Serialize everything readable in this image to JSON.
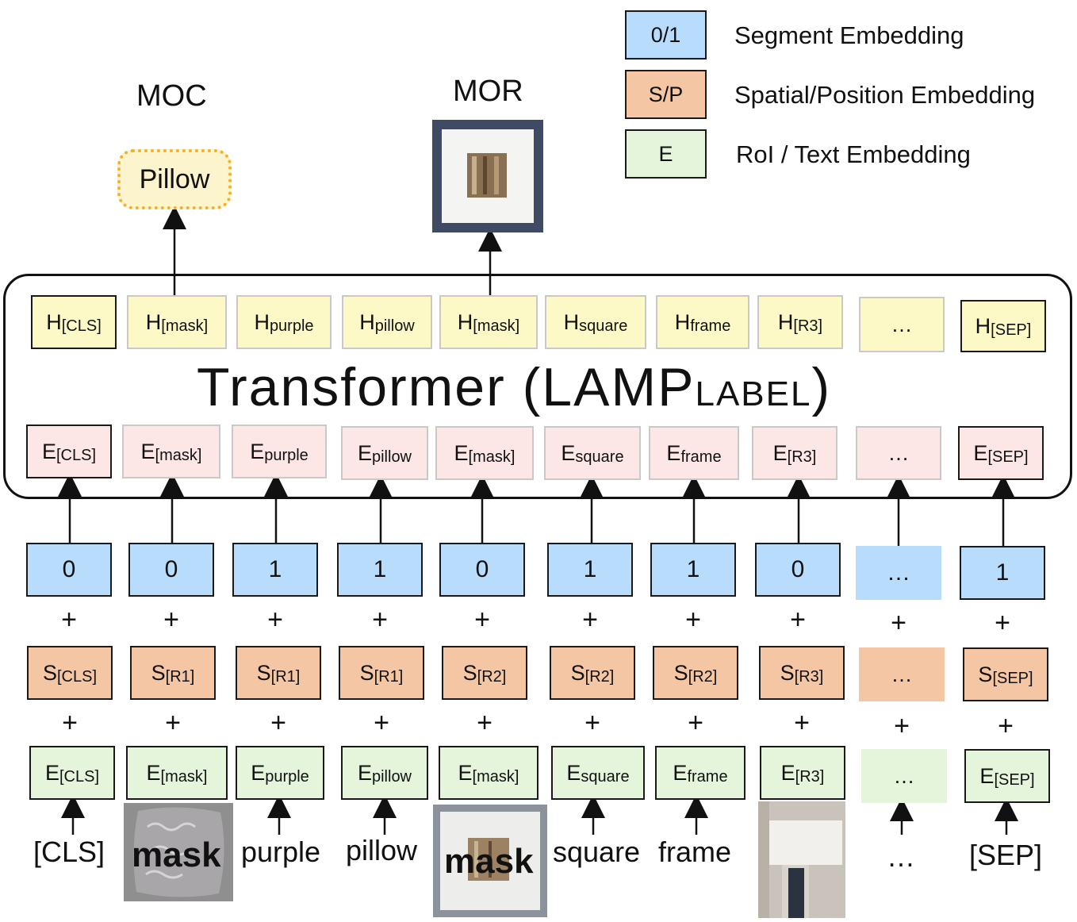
{
  "legend": [
    {
      "key": "0/1",
      "label": "Segment Embedding"
    },
    {
      "key": "S/P",
      "label": "Spatial/Position Embedding"
    },
    {
      "key": "E",
      "label": "RoI / Text Embedding"
    }
  ],
  "heads": {
    "moc": "MOC",
    "mor": "MOR",
    "moc_output": "Pillow"
  },
  "transformer": {
    "title": "Transformer (LAMP",
    "title_sub": "LABEL",
    "title_close": ")"
  },
  "hidden": [
    {
      "base": "H",
      "sub": "[CLS]"
    },
    {
      "base": "H",
      "sub": "[mask]"
    },
    {
      "base": "H",
      "sub": "purple"
    },
    {
      "base": "H",
      "sub": "pillow"
    },
    {
      "base": "H",
      "sub": "[mask]"
    },
    {
      "base": "H",
      "sub": "square"
    },
    {
      "base": "H",
      "sub": "frame"
    },
    {
      "base": "H",
      "sub": "[R3]"
    },
    {
      "base": "…",
      "sub": ""
    },
    {
      "base": "H",
      "sub": "[SEP]"
    }
  ],
  "inner_embed": [
    {
      "base": "E",
      "sub": "[CLS]"
    },
    {
      "base": "E",
      "sub": "[mask]"
    },
    {
      "base": "E",
      "sub": "purple"
    },
    {
      "base": "E",
      "sub": "pillow"
    },
    {
      "base": "E",
      "sub": "[mask]"
    },
    {
      "base": "E",
      "sub": "square"
    },
    {
      "base": "E",
      "sub": "frame"
    },
    {
      "base": "E",
      "sub": "[R3]"
    },
    {
      "base": "…",
      "sub": ""
    },
    {
      "base": "E",
      "sub": "[SEP]"
    }
  ],
  "segments": [
    "0",
    "0",
    "1",
    "1",
    "0",
    "1",
    "1",
    "0",
    "…",
    "1"
  ],
  "spatial": [
    {
      "base": "S",
      "sub": "[CLS]"
    },
    {
      "base": "S",
      "sub": "[R1]"
    },
    {
      "base": "S",
      "sub": "[R1]"
    },
    {
      "base": "S",
      "sub": "[R1]"
    },
    {
      "base": "S",
      "sub": "[R2]"
    },
    {
      "base": "S",
      "sub": "[R2]"
    },
    {
      "base": "S",
      "sub": "[R2]"
    },
    {
      "base": "S",
      "sub": "[R3]"
    },
    {
      "base": "…",
      "sub": ""
    },
    {
      "base": "S",
      "sub": "[SEP]"
    }
  ],
  "embed": [
    {
      "base": "E",
      "sub": "[CLS]"
    },
    {
      "base": "E",
      "sub": "[mask]"
    },
    {
      "base": "E",
      "sub": "purple"
    },
    {
      "base": "E",
      "sub": "pillow"
    },
    {
      "base": "E",
      "sub": "[mask]"
    },
    {
      "base": "E",
      "sub": "square"
    },
    {
      "base": "E",
      "sub": "frame"
    },
    {
      "base": "E",
      "sub": "[R3]"
    },
    {
      "base": "…",
      "sub": ""
    },
    {
      "base": "E",
      "sub": "[SEP]"
    }
  ],
  "plus_sign": "+",
  "inputs": [
    "[CLS]",
    "mask",
    "purple",
    "pillow",
    "mask",
    "square",
    "frame",
    "",
    "…",
    "[SEP]"
  ],
  "colors": {
    "segment": "#b8dcfb",
    "spatial": "#f4c6a3",
    "embedding": "#e4f5dc",
    "hidden": "#fcf9c6",
    "inner_embedding": "#fce7e6",
    "moc_border": "#f0b030"
  }
}
